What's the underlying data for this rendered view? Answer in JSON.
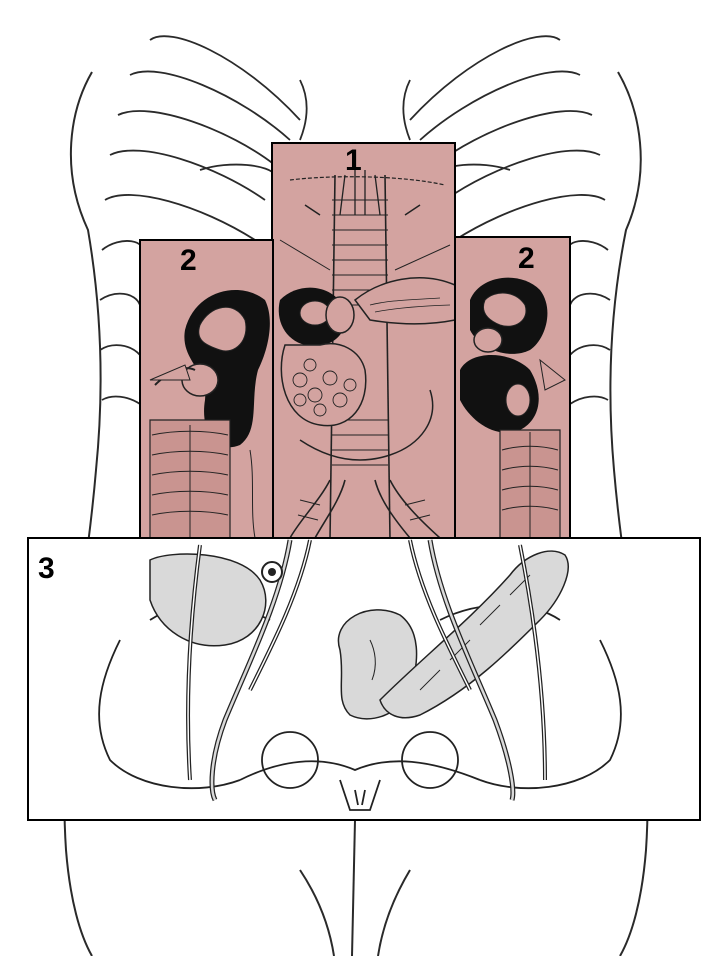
{
  "figure": {
    "colors": {
      "zone_fill": "#d3a3a0",
      "bottom_box_fill": "#ffffff",
      "line": "#222222",
      "organ_shade": "#d9d9d9",
      "dark": "#111111"
    },
    "regions": [
      {
        "id": "central",
        "label": "1"
      },
      {
        "id": "left-flank",
        "label": "2"
      },
      {
        "id": "right-flank",
        "label": "2"
      },
      {
        "id": "pelvic",
        "label": "3"
      }
    ]
  }
}
